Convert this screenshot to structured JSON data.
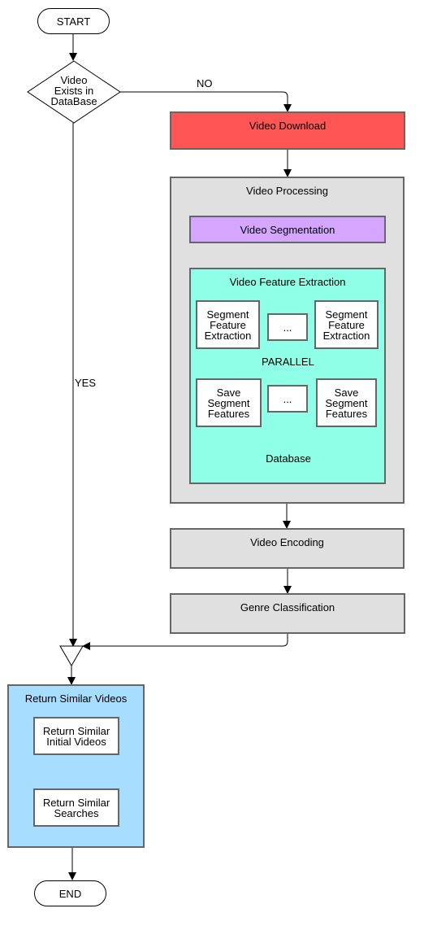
{
  "nodes": {
    "start": "START",
    "decision": "Video\nExists in\nDataBase",
    "no_label": "NO",
    "yes_label": "YES",
    "video_download": "Video Download",
    "video_processing": "Video Processing",
    "video_segmentation": "Video Segmentation",
    "feature_extraction": "Video Feature Extraction",
    "seg_feat_left": "Segment\nFeature\nExtraction",
    "seg_feat_mid": "...",
    "seg_feat_right": "Segment\nFeature\nExtraction",
    "parallel": "PARALLEL",
    "save_left": "Save\nSegment\nFeatures",
    "save_mid": "...",
    "save_right": "Save\nSegment\nFeatures",
    "database": "Database",
    "video_encoding": "Video Encoding",
    "genre_classification": "Genre Classification",
    "return_similar_videos": "Return Similar Videos",
    "return_initial": "Return Similar\nInitial Videos",
    "return_searches": "Return Similar\nSearches",
    "end": "END"
  },
  "colors": {
    "download": "#ff5555",
    "processing": "#e0e0e0",
    "segmentation": "#d5a6ff",
    "extraction": "#8fffe8",
    "database": "#ffb300",
    "return_group": "#a7ddff",
    "border": "#666666"
  }
}
